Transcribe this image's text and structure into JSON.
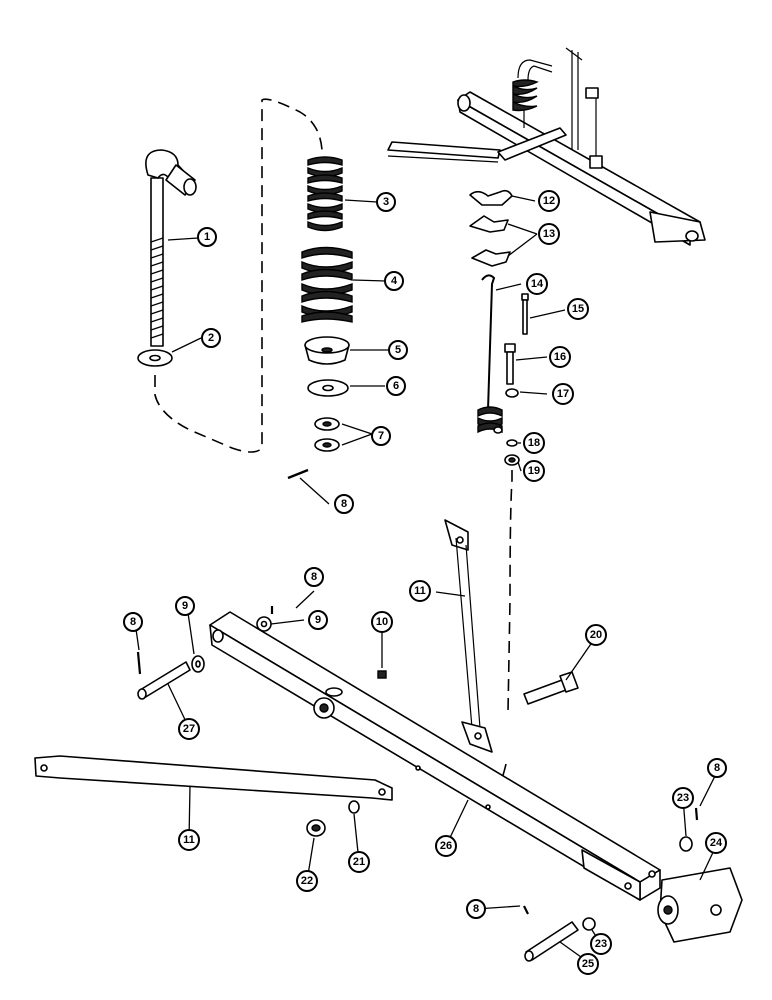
{
  "callouts": [
    {
      "id": "c1",
      "label": "1"
    },
    {
      "id": "c2",
      "label": "2"
    },
    {
      "id": "c3",
      "label": "3"
    },
    {
      "id": "c4",
      "label": "4"
    },
    {
      "id": "c5",
      "label": "5"
    },
    {
      "id": "c6",
      "label": "6"
    },
    {
      "id": "c7",
      "label": "7"
    },
    {
      "id": "c8a",
      "label": "8"
    },
    {
      "id": "c12",
      "label": "12"
    },
    {
      "id": "c13",
      "label": "13"
    },
    {
      "id": "c14",
      "label": "14"
    },
    {
      "id": "c15",
      "label": "15"
    },
    {
      "id": "c16",
      "label": "16"
    },
    {
      "id": "c17",
      "label": "17"
    },
    {
      "id": "c18",
      "label": "18"
    },
    {
      "id": "c19",
      "label": "19"
    },
    {
      "id": "c8b",
      "label": "8"
    },
    {
      "id": "c9a",
      "label": "9"
    },
    {
      "id": "c11a",
      "label": "11"
    },
    {
      "id": "c8c",
      "label": "8"
    },
    {
      "id": "c9b",
      "label": "9"
    },
    {
      "id": "c10",
      "label": "10"
    },
    {
      "id": "c20",
      "label": "20"
    },
    {
      "id": "c27",
      "label": "27"
    },
    {
      "id": "c11b",
      "label": "11"
    },
    {
      "id": "c26",
      "label": "26"
    },
    {
      "id": "c8d",
      "label": "8"
    },
    {
      "id": "c23a",
      "label": "23"
    },
    {
      "id": "c24",
      "label": "24"
    },
    {
      "id": "c22",
      "label": "22"
    },
    {
      "id": "c21",
      "label": "21"
    },
    {
      "id": "c8e",
      "label": "8"
    },
    {
      "id": "c23b",
      "label": "23"
    },
    {
      "id": "c25",
      "label": "25"
    }
  ]
}
